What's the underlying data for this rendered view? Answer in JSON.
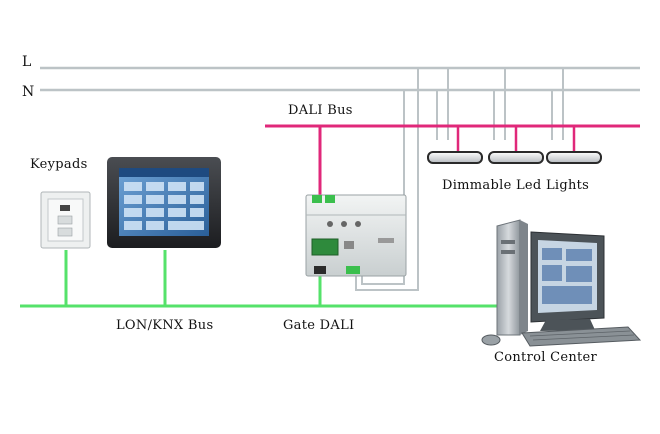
{
  "lines": {
    "l_label": "L",
    "n_label": "N"
  },
  "dali_bus": {
    "label": "DALI Bus",
    "color": "#e0287a"
  },
  "lon_bus": {
    "label": "LON/KNX Bus",
    "color": "#55e26a"
  },
  "gate": {
    "label": "Gate DALI"
  },
  "keypads": {
    "label": "Keypads"
  },
  "lights": {
    "label": "Dimmable Led Lights",
    "count": 3
  },
  "control_center": {
    "label": "Control Center"
  },
  "colors": {
    "mains": "#bcc3c6",
    "dali": "#e0287a",
    "lon": "#55e26a"
  }
}
